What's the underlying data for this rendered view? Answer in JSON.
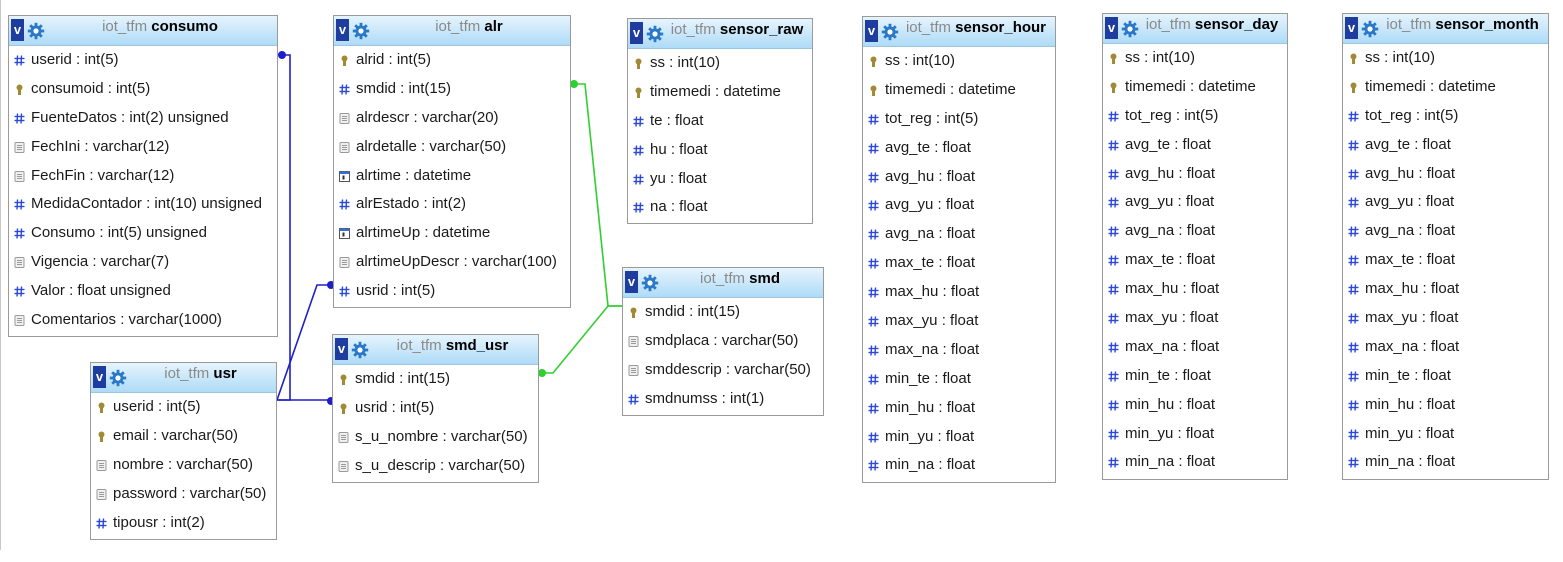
{
  "tables": [
    {
      "db": "iot_tfm",
      "name": "consumo",
      "columns": [
        {
          "text": "userid : int(5)",
          "icon": "hash-icon"
        },
        {
          "text": "consumoid : int(5)",
          "icon": "key-icon"
        },
        {
          "text": "FuenteDatos : int(2) unsigned",
          "icon": "hash-icon"
        },
        {
          "text": "FechIni : varchar(12)",
          "icon": "text-field-icon"
        },
        {
          "text": "FechFin : varchar(12)",
          "icon": "text-field-icon"
        },
        {
          "text": "MedidaContador : int(10) unsigned",
          "icon": "hash-icon"
        },
        {
          "text": "Consumo : int(5) unsigned",
          "icon": "hash-icon"
        },
        {
          "text": "Vigencia : varchar(7)",
          "icon": "text-field-icon"
        },
        {
          "text": "Valor : float unsigned",
          "icon": "hash-icon"
        },
        {
          "text": "Comentarios : varchar(1000)",
          "icon": "text-field-icon"
        }
      ]
    },
    {
      "db": "iot_tfm",
      "name": "alr",
      "columns": [
        {
          "text": "alrid : int(5)",
          "icon": "key-icon"
        },
        {
          "text": "smdid : int(15)",
          "icon": "hash-icon"
        },
        {
          "text": "alrdescr : varchar(20)",
          "icon": "text-field-icon"
        },
        {
          "text": "alrdetalle : varchar(50)",
          "icon": "text-field-icon"
        },
        {
          "text": "alrtime : datetime",
          "icon": "calendar-icon"
        },
        {
          "text": "alrEstado : int(2)",
          "icon": "hash-icon"
        },
        {
          "text": "alrtimeUp : datetime",
          "icon": "calendar-icon"
        },
        {
          "text": "alrtimeUpDescr : varchar(100)",
          "icon": "text-field-icon"
        },
        {
          "text": "usrid : int(5)",
          "icon": "hash-icon"
        }
      ]
    },
    {
      "db": "iot_tfm",
      "name": "sensor_raw",
      "columns": [
        {
          "text": "ss : int(10)",
          "icon": "key-icon"
        },
        {
          "text": "timemedi : datetime",
          "icon": "key-icon"
        },
        {
          "text": "te : float",
          "icon": "hash-icon"
        },
        {
          "text": "hu : float",
          "icon": "hash-icon"
        },
        {
          "text": "yu : float",
          "icon": "hash-icon"
        },
        {
          "text": "na : float",
          "icon": "hash-icon"
        }
      ]
    },
    {
      "db": "iot_tfm",
      "name": "sensor_hour",
      "columns": [
        {
          "text": "ss : int(10)",
          "icon": "key-icon"
        },
        {
          "text": "timemedi : datetime",
          "icon": "key-icon"
        },
        {
          "text": "tot_reg : int(5)",
          "icon": "hash-icon"
        },
        {
          "text": "avg_te : float",
          "icon": "hash-icon"
        },
        {
          "text": "avg_hu : float",
          "icon": "hash-icon"
        },
        {
          "text": "avg_yu : float",
          "icon": "hash-icon"
        },
        {
          "text": "avg_na : float",
          "icon": "hash-icon"
        },
        {
          "text": "max_te : float",
          "icon": "hash-icon"
        },
        {
          "text": "max_hu : float",
          "icon": "hash-icon"
        },
        {
          "text": "max_yu : float",
          "icon": "hash-icon"
        },
        {
          "text": "max_na : float",
          "icon": "hash-icon"
        },
        {
          "text": "min_te : float",
          "icon": "hash-icon"
        },
        {
          "text": "min_hu : float",
          "icon": "hash-icon"
        },
        {
          "text": "min_yu : float",
          "icon": "hash-icon"
        },
        {
          "text": "min_na : float",
          "icon": "hash-icon"
        }
      ]
    },
    {
      "db": "iot_tfm",
      "name": "sensor_day",
      "columns": [
        {
          "text": "ss : int(10)",
          "icon": "key-icon"
        },
        {
          "text": "timemedi : datetime",
          "icon": "key-icon"
        },
        {
          "text": "tot_reg : int(5)",
          "icon": "hash-icon"
        },
        {
          "text": "avg_te : float",
          "icon": "hash-icon"
        },
        {
          "text": "avg_hu : float",
          "icon": "hash-icon"
        },
        {
          "text": "avg_yu : float",
          "icon": "hash-icon"
        },
        {
          "text": "avg_na : float",
          "icon": "hash-icon"
        },
        {
          "text": "max_te : float",
          "icon": "hash-icon"
        },
        {
          "text": "max_hu : float",
          "icon": "hash-icon"
        },
        {
          "text": "max_yu : float",
          "icon": "hash-icon"
        },
        {
          "text": "max_na : float",
          "icon": "hash-icon"
        },
        {
          "text": "min_te : float",
          "icon": "hash-icon"
        },
        {
          "text": "min_hu : float",
          "icon": "hash-icon"
        },
        {
          "text": "min_yu : float",
          "icon": "hash-icon"
        },
        {
          "text": "min_na : float",
          "icon": "hash-icon"
        }
      ]
    },
    {
      "db": "iot_tfm",
      "name": "sensor_month",
      "columns": [
        {
          "text": "ss : int(10)",
          "icon": "key-icon"
        },
        {
          "text": "timemedi : datetime",
          "icon": "key-icon"
        },
        {
          "text": "tot_reg : int(5)",
          "icon": "hash-icon"
        },
        {
          "text": "avg_te : float",
          "icon": "hash-icon"
        },
        {
          "text": "avg_hu : float",
          "icon": "hash-icon"
        },
        {
          "text": "avg_yu : float",
          "icon": "hash-icon"
        },
        {
          "text": "avg_na : float",
          "icon": "hash-icon"
        },
        {
          "text": "max_te : float",
          "icon": "hash-icon"
        },
        {
          "text": "max_hu : float",
          "icon": "hash-icon"
        },
        {
          "text": "max_yu : float",
          "icon": "hash-icon"
        },
        {
          "text": "max_na : float",
          "icon": "hash-icon"
        },
        {
          "text": "min_te : float",
          "icon": "hash-icon"
        },
        {
          "text": "min_hu : float",
          "icon": "hash-icon"
        },
        {
          "text": "min_yu : float",
          "icon": "hash-icon"
        },
        {
          "text": "min_na : float",
          "icon": "hash-icon"
        }
      ]
    },
    {
      "db": "iot_tfm",
      "name": "smd",
      "columns": [
        {
          "text": "smdid : int(15)",
          "icon": "key-icon"
        },
        {
          "text": "smdplaca : varchar(50)",
          "icon": "text-field-icon"
        },
        {
          "text": "smddescrip : varchar(50)",
          "icon": "text-field-icon"
        },
        {
          "text": "smdnumss : int(1)",
          "icon": "hash-icon"
        }
      ]
    },
    {
      "db": "iot_tfm",
      "name": "usr",
      "columns": [
        {
          "text": "userid : int(5)",
          "icon": "key-icon"
        },
        {
          "text": "email : varchar(50)",
          "icon": "key-icon"
        },
        {
          "text": "nombre : varchar(50)",
          "icon": "text-field-icon"
        },
        {
          "text": "password : varchar(50)",
          "icon": "text-field-icon"
        },
        {
          "text": "tipousr : int(2)",
          "icon": "hash-icon"
        }
      ]
    },
    {
      "db": "iot_tfm",
      "name": "smd_usr",
      "columns": [
        {
          "text": "smdid : int(15)",
          "icon": "key-icon"
        },
        {
          "text": "usrid : int(5)",
          "icon": "key-icon"
        },
        {
          "text": "s_u_nombre : varchar(50)",
          "icon": "text-field-icon"
        },
        {
          "text": "s_u_descrip : varchar(50)",
          "icon": "text-field-icon"
        }
      ]
    }
  ],
  "relations": [
    {
      "from": "usr",
      "to": "consumo",
      "color": "#1f1fc8"
    },
    {
      "from": "usr",
      "to": "alr",
      "color": "#1f1fc8"
    },
    {
      "from": "usr",
      "to": "smd_usr",
      "color": "#1f1fc8"
    },
    {
      "from": "smd",
      "to": "alr",
      "color": "#2fcf2f"
    },
    {
      "from": "smd",
      "to": "smd_usr",
      "color": "#2fcf2f"
    }
  ],
  "colors": {
    "header_top": "#e6f4fd",
    "header_bottom": "#aedbf7",
    "v_button": "#1f3d9e",
    "gear": "#2a78c8",
    "hash": "#2b49d6",
    "key": "#a08a33",
    "field": "#9a9a9a"
  }
}
